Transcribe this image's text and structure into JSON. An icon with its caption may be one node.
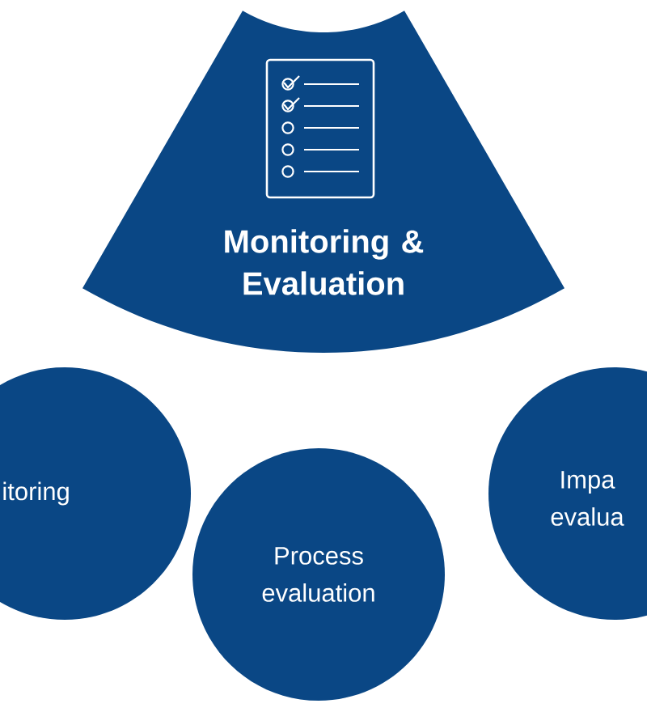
{
  "diagram": {
    "nodes": [
      {
        "text": [
          "Monitoring & Evaluation"
        ]
      },
      {
        "text": [
          "itoring"
        ]
      },
      {
        "text": [
          "Process evaluation"
        ]
      },
      {
        "text": [
          "Impa evalua"
        ]
      }
    ]
  }
}
